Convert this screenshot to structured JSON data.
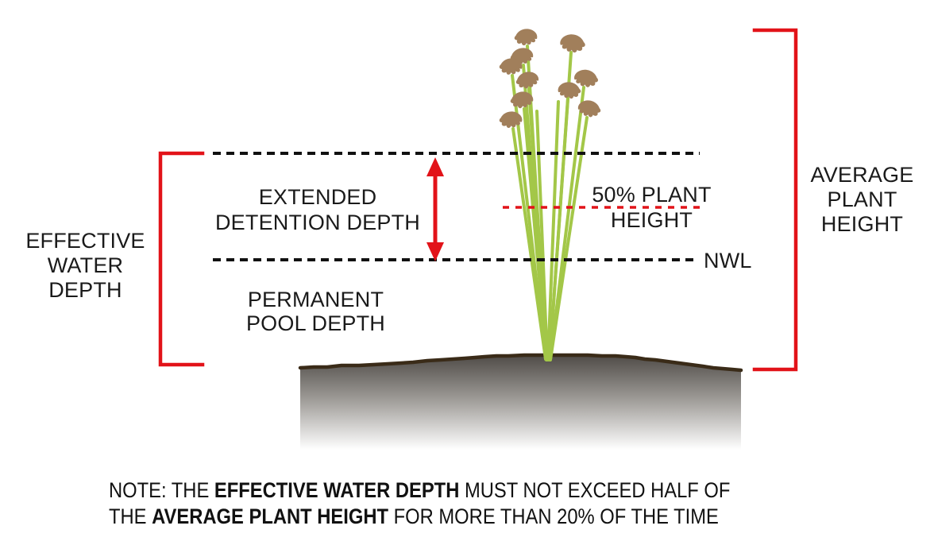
{
  "colors": {
    "red": "#e21319",
    "stem_green": "#a3c748",
    "head_brown": "#a17f5b",
    "ground_outline": "#3a2b18",
    "ground_top": "#4f4b47",
    "ground_mid": "#9b9894",
    "ground_bottom": "#ffffff",
    "dash_black": "#111111",
    "text_black": "#1a1a1a"
  },
  "labels": {
    "effective_water_depth": "EFFECTIVE\nWATER\nDEPTH",
    "extended_detention_depth": "EXTENDED\nDETENTION DEPTH",
    "permanent_pool_depth": "PERMANENT\nPOOL DEPTH",
    "fifty_percent_plant_height": "50% PLANT\nHEIGHT",
    "nwl": "NWL",
    "average_plant_height": "AVERAGE\nPLANT\nHEIGHT"
  },
  "note": {
    "line1": [
      {
        "text": "NOTE:  THE ",
        "bold": false
      },
      {
        "text": "EFFECTIVE WATER DEPTH",
        "bold": true
      },
      {
        "text": " MUST NOT EXCEED HALF OF",
        "bold": false
      }
    ],
    "line2": [
      {
        "text": "THE ",
        "bold": false
      },
      {
        "text": "AVERAGE PLANT HEIGHT",
        "bold": true
      },
      {
        "text": " FOR MORE THAN 20% OF THE TIME",
        "bold": false
      }
    ]
  },
  "icons": {
    "plant": "bulrush-plant-illustration",
    "arrow": "double-headed-vertical-arrow",
    "left_bracket": "red-range-bracket",
    "right_bracket": "red-range-bracket"
  }
}
